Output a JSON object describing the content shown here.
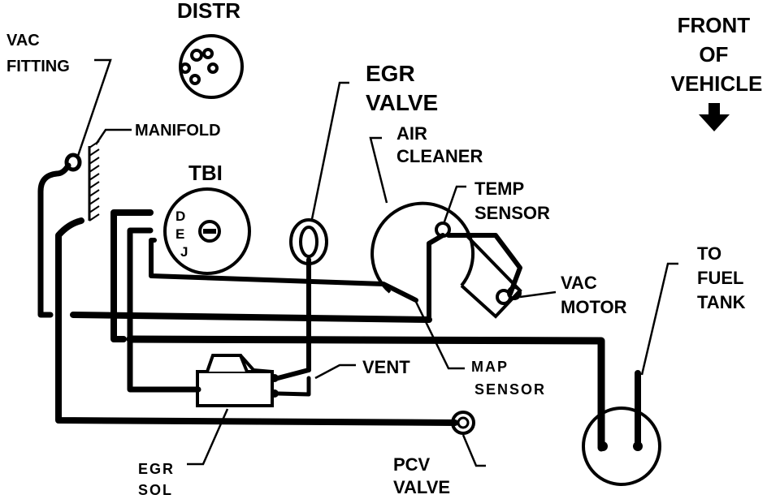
{
  "labels": {
    "distr": "DISTR",
    "vac_fitting": [
      "VAC",
      "FITTING"
    ],
    "manifold": "MANIFOLD",
    "egr_valve": [
      "EGR",
      "VALVE"
    ],
    "air_cleaner": [
      "AIR",
      "CLEANER"
    ],
    "tbi": "TBI",
    "tbi_ports": [
      "D",
      "E",
      "J"
    ],
    "temp_sensor": [
      "TEMP",
      "SENSOR"
    ],
    "vac_motor": [
      "VAC",
      "MOTOR"
    ],
    "front_of_vehicle": [
      "FRONT",
      "OF",
      "VEHICLE"
    ],
    "to_fuel_tank": [
      "TO",
      "FUEL",
      "TANK"
    ],
    "vent": "VENT",
    "map_sensor": [
      "MAP",
      "SENSOR"
    ],
    "egr_sol": [
      "EGR",
      "SOL"
    ],
    "pcv_valve": [
      "PCV",
      "VALVE"
    ]
  },
  "colors": {
    "ink": "#000000",
    "paper": "#ffffff"
  },
  "icons": {
    "front_arrow": "arrow-down-icon"
  }
}
